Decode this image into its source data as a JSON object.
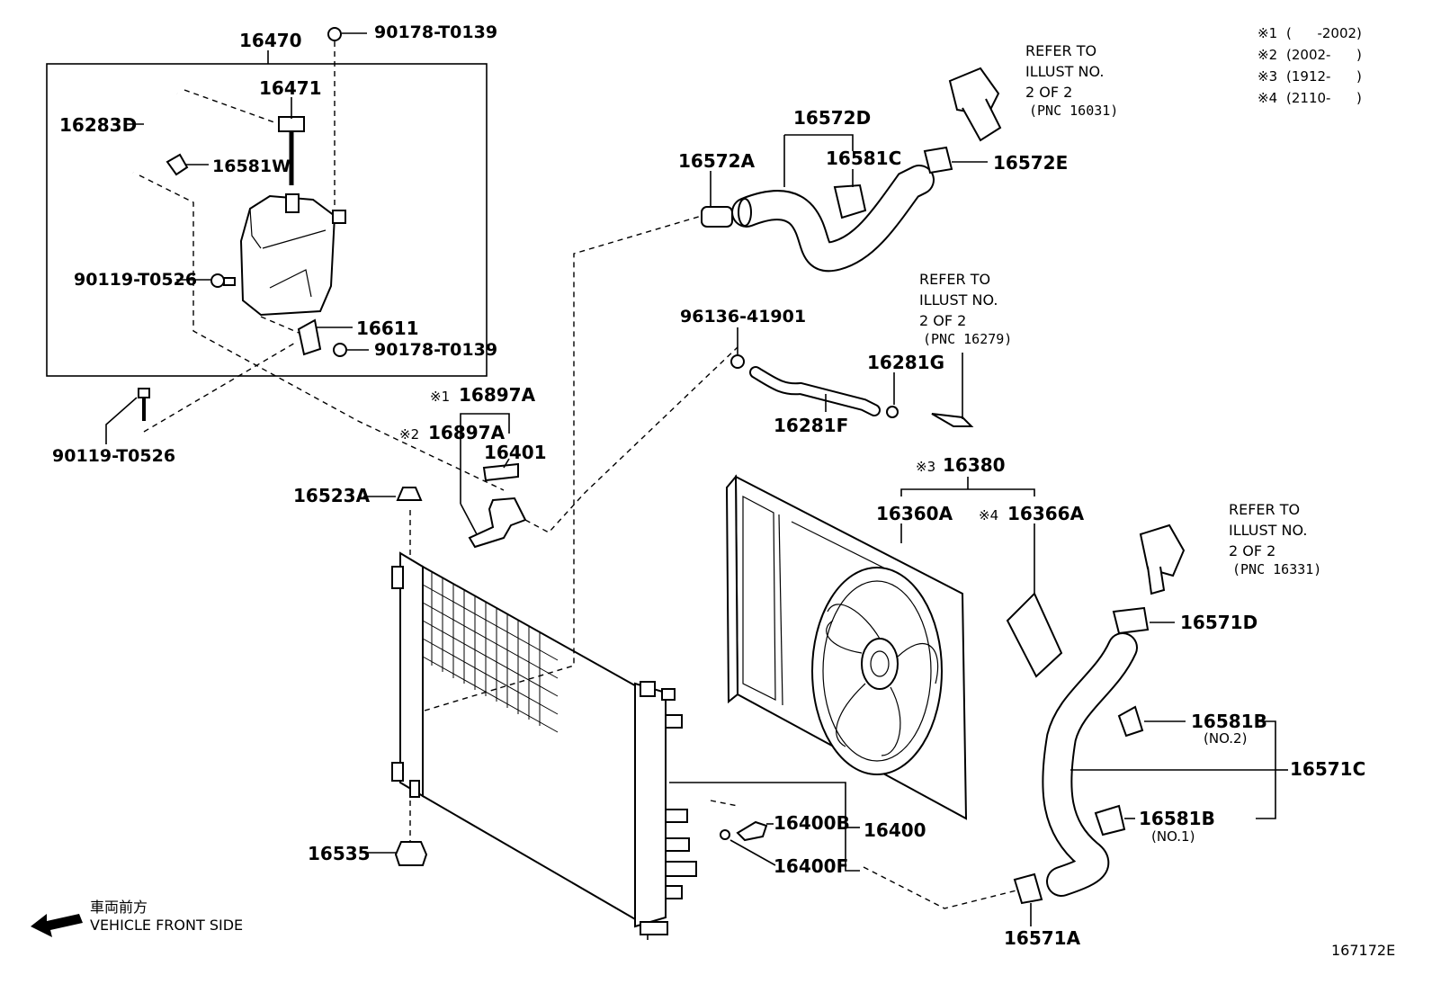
{
  "parts": {
    "p16470": "16470",
    "p90178a": "90178-T0139",
    "p16471": "16471",
    "p16283D": "16283D",
    "p16581W": "16581W",
    "p90119a": "90119-T0526",
    "p16611": "16611",
    "p90178b": "90178-T0139",
    "p90119b": "90119-T0526",
    "p16897A_1": "16897A",
    "p16897A_2": "16897A",
    "p16401": "16401",
    "p16523A": "16523A",
    "p16535": "16535",
    "p16572A": "16572A",
    "p16572D": "16572D",
    "p16581C": "16581C",
    "p16572E": "16572E",
    "p96136": "96136-41901",
    "p16281G": "16281G",
    "p16281F": "16281F",
    "p16380": "16380",
    "p16360A": "16360A",
    "p16366A": "16366A",
    "p16571D": "16571D",
    "p16581B_2": "16581B",
    "p16581B_2_sub": "(NO.2)",
    "p16571C": "16571C",
    "p16581B_1": "16581B",
    "p16581B_1_sub": "(NO.1)",
    "p16400B": "16400B",
    "p16400": "16400",
    "p16400F": "16400F",
    "p16571A": "16571A"
  },
  "marks": {
    "m1": "※1",
    "m2": "※2",
    "m3": "※3",
    "m4": "※4"
  },
  "refs": {
    "ref1": [
      "REFER TO",
      "ILLUST NO.",
      "2 OF 2",
      "(PNC 16031)"
    ],
    "ref2": [
      "REFER TO",
      "ILLUST NO.",
      "2 OF 2",
      "(PNC 16279)"
    ],
    "ref3": [
      "REFER TO",
      "ILLUST NO.",
      "2 OF 2",
      "(PNC 16331)"
    ]
  },
  "legend": {
    "l1_mark": "※1",
    "l1_text": "(      -2002)",
    "l2_mark": "※2",
    "l2_text": "(2002-      )",
    "l3_mark": "※3",
    "l3_text": "(1912-      )",
    "l4_mark": "※4",
    "l4_text": "(2110-      )"
  },
  "orientation": {
    "japanese": "車両前方",
    "english": "VEHICLE FRONT SIDE"
  },
  "diagram_id": "167172E"
}
